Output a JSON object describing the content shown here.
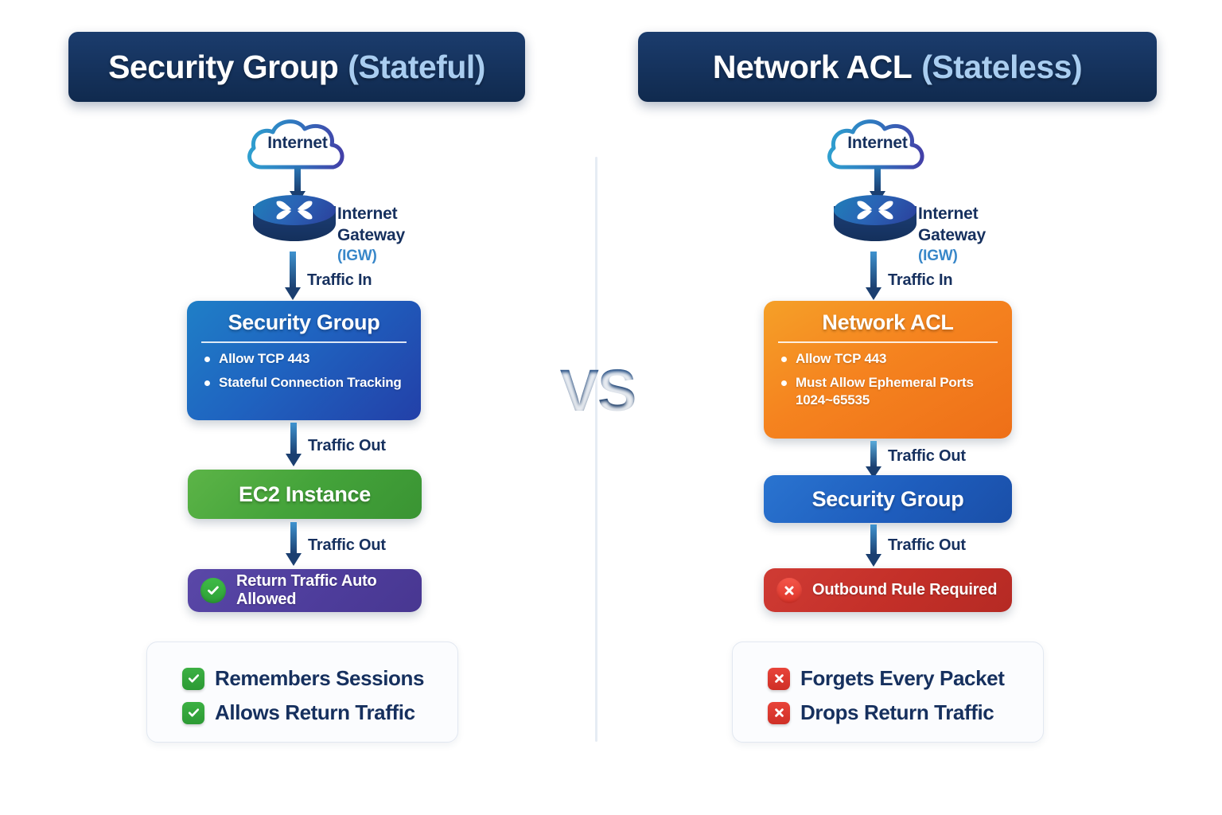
{
  "titles": {
    "left_main": "Security Group",
    "left_sub": "(Stateful)",
    "right_main": "Network ACL",
    "right_sub": "(Stateless)"
  },
  "divider": {
    "vs_label": "VS"
  },
  "left_column": {
    "cloud_label": "Internet",
    "igw_caption_line1": "Internet",
    "igw_caption_line2": "Gateway",
    "igw_caption_line3": "(IGW)",
    "arrow_traffic_in": "Traffic In",
    "arrow_traffic_out_1": "Traffic Out",
    "arrow_traffic_out_2": "Traffic Out",
    "sg_box": {
      "title": "Security Group",
      "bullets": [
        "Allow TCP 443",
        "Stateful Connection Tracking"
      ]
    },
    "ec2_box": {
      "title": "EC2 Instance"
    },
    "result_box": {
      "icon": "check-circle-icon",
      "text": "Return Traffic Auto Allowed"
    },
    "summary": [
      {
        "icon": "check-square-icon",
        "text": "Remembers Sessions"
      },
      {
        "icon": "check-square-icon",
        "text": "Allows Return Traffic"
      }
    ]
  },
  "right_column": {
    "cloud_label": "Internet",
    "igw_caption_line1": "Internet",
    "igw_caption_line2": "Gateway",
    "igw_caption_line3": "(IGW)",
    "arrow_traffic_in": "Traffic In",
    "arrow_traffic_out_1": "Traffic Out",
    "arrow_traffic_out_2": "Traffic Out",
    "nacl_box": {
      "title": "Network ACL",
      "bullets": [
        "Allow TCP 443",
        "Must  Allow Ephemeral Ports 1024~65535"
      ]
    },
    "sg_box": {
      "title": "Security Group"
    },
    "result_box": {
      "icon": "x-circle-icon",
      "text": "Outbound Rule Required"
    },
    "summary": [
      {
        "icon": "x-square-icon",
        "text": "Forgets Every Packet"
      },
      {
        "icon": "x-square-icon",
        "text": "Drops Return Traffic"
      }
    ]
  },
  "colors": {
    "navy": "#16305e",
    "title_bar": "#15325c",
    "title_accent": "#a9cdf0",
    "security_group_blue": "#1f63c0",
    "network_acl_orange": "#f5831f",
    "ec2_green": "#44a33a",
    "purple": "#4e3d9c",
    "red": "#c32f28",
    "igw_label_blue": "#3887c9",
    "divider": "#e6ecf4"
  }
}
